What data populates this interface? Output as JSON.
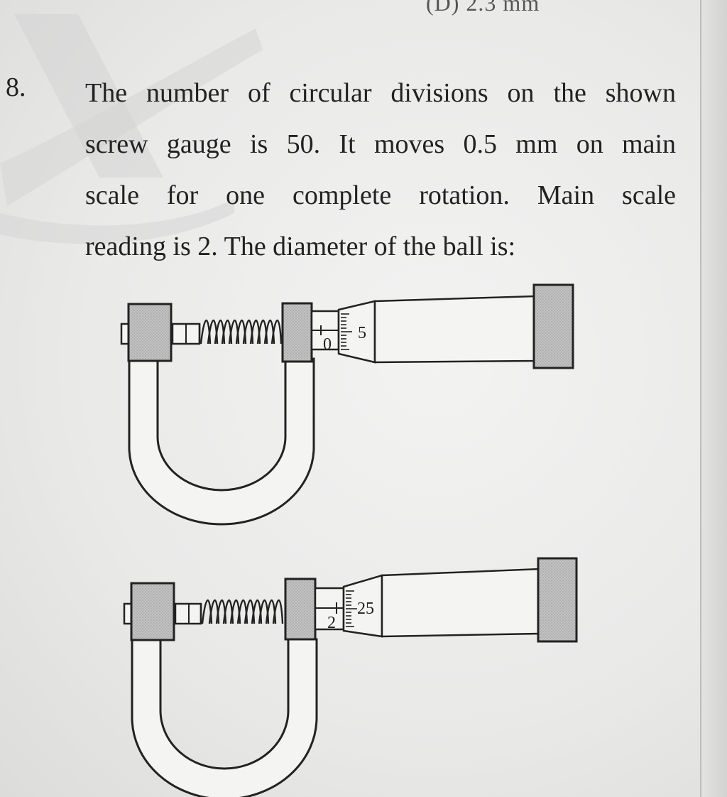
{
  "top_fragment": "(D) 2.3 mm",
  "question": {
    "number": "8.",
    "lines": [
      "The number of circular divisions on the shown",
      "screw gauge is 50. It moves 0.5 mm on main",
      "scale for one complete rotation. Main scale",
      "reading is 2. The diameter of the ball is:"
    ]
  },
  "figures": {
    "zero_reading": {
      "main_scale_label": "0",
      "circular_scale_label": "5"
    },
    "ball_reading": {
      "main_scale_label": "2",
      "circular_scale_label": "25"
    }
  },
  "colors": {
    "paper": "#ebebea",
    "ink": "#222222",
    "block_fill": "#b9b9b9",
    "frame_fill": "#f4f4f3"
  }
}
